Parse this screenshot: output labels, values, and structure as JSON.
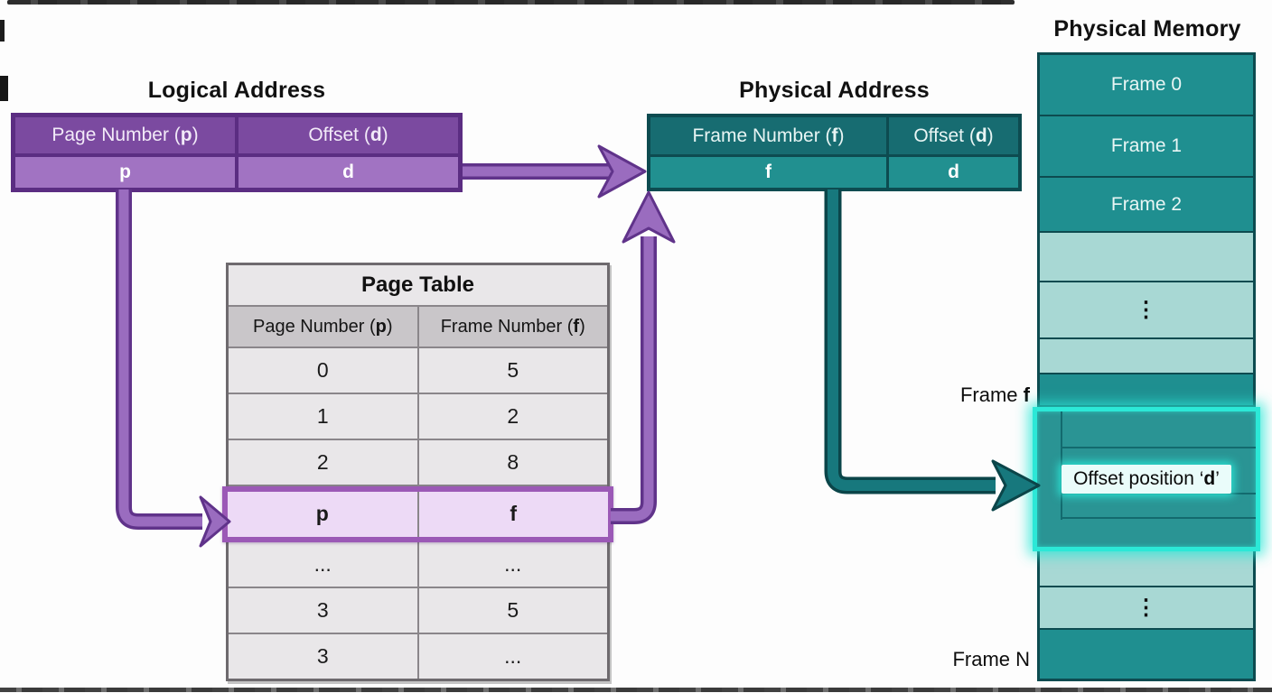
{
  "logical_address": {
    "title": "Logical Address",
    "col1": {
      "pre": "Page Number (",
      "em": "p",
      "post": ")"
    },
    "col2": {
      "pre": "Offset (",
      "em": "d",
      "post": ")"
    },
    "val1": "p",
    "val2": "d"
  },
  "physical_address": {
    "title": "Physical Address",
    "col1": {
      "pre": "Frame Number (",
      "em": "f",
      "post": ")"
    },
    "col2": {
      "pre": "Offset (",
      "em": "d",
      "post": ")"
    },
    "val1": "f",
    "val2": "d"
  },
  "page_table": {
    "title": "Page Table",
    "col1": {
      "pre": "Page Number (",
      "em": "p",
      "post": ")"
    },
    "col2": {
      "pre": "Frame Number (",
      "em": "f",
      "post": ")"
    },
    "rows": [
      {
        "p": "0",
        "f": "5"
      },
      {
        "p": "1",
        "f": "2"
      },
      {
        "p": "2",
        "f": "8"
      },
      {
        "p": "p",
        "f": "f"
      },
      {
        "p": "...",
        "f": "..."
      },
      {
        "p": "3",
        "f": "5"
      },
      {
        "p": "3",
        "f": "..."
      }
    ]
  },
  "physical_memory": {
    "title": "Physical Memory",
    "frames": [
      "Frame 0",
      "Frame 1",
      "Frame 2"
    ],
    "dots": "⋮",
    "offset_label": {
      "pre": "Offset position ‘",
      "em": "d",
      "post": "’"
    },
    "frame_f_label": {
      "pre": "Frame ",
      "em": "f"
    },
    "frame_n_label": "Frame N"
  },
  "colors": {
    "purple_border": "#5b2d82",
    "purple_header": "#7b4aa0",
    "purple_value": "#a173c2",
    "purple_arrow": "#9a6cbf",
    "highlight_row_bg": "#eddaf6",
    "highlight_row_border": "#9b59b6",
    "teal_border": "#0d4b50",
    "teal_header": "#176c71",
    "teal_value": "#219090",
    "frame_teal": "#1f8f90",
    "frame_light_teal": "#a8d8d4",
    "teal_arrow": "#17787d",
    "glow_cyan": "#2ce8d7"
  }
}
